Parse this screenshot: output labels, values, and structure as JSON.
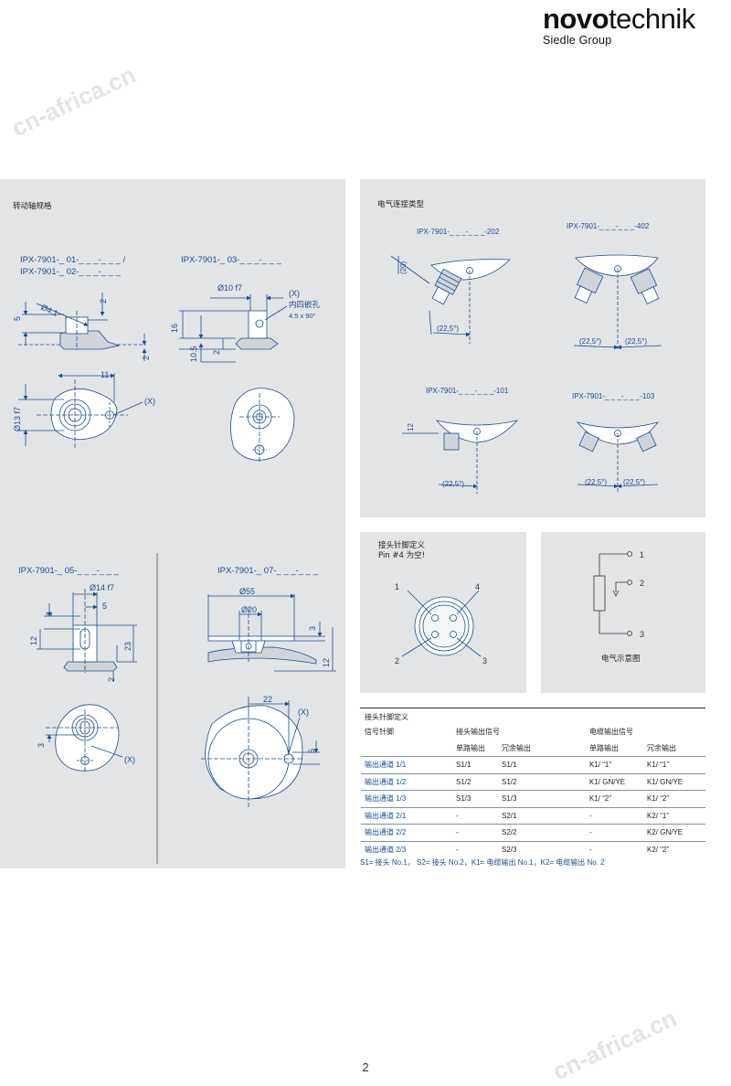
{
  "brand": {
    "bold": "novo",
    "light": "technik",
    "sub": "Siedle Group"
  },
  "watermark": "cn-africa.cn",
  "shaft": {
    "title": "转动轴规格",
    "t1a": "IPX-7901-_ 01-_ _ _-_ _ _ /",
    "t1b": "IPX-7901-_ 02-_ _ _-_ _ _",
    "t2": "IPX-7901-_ 03-_ _ _-_ _ _",
    "t3": "IPX-7901-_ 05-_ _ _-_ _ _",
    "t4": "IPX-7901-_ 07-_ _ _-_ _ _",
    "d1": {
      "dia": "Ø4.1",
      "h5": "5",
      "h2a": "2",
      "h2b": "2",
      "w11": "11",
      "d13": "Ø13 f7",
      "x": "(X)"
    },
    "d2": {
      "d10": "Ø10 f7",
      "x": "(X)",
      "hex": "内四嵌孔",
      "hexsize": "4.5 x 90°",
      "h16": "16",
      "h105": "10.5",
      "h2": "2"
    },
    "d3": {
      "d14": "Ø14 f7",
      "w5": "5",
      "h3": "3",
      "h12": "12",
      "h23": "23",
      "h2": "2",
      "h3b": "3",
      "x": "(X)"
    },
    "d4": {
      "d55": "Ø55",
      "d20": "Ø20",
      "h3": "3",
      "h12": "12",
      "w22": "22",
      "h5": "5",
      "x": "(X)"
    }
  },
  "conn": {
    "title": "电气连接类型",
    "c202": "IPX-7901-_ _ _-_ _ _-202",
    "c402": "IPX-7901-_ _ _-_ _ _-402",
    "c101": "IPX-7901-_ _ _-_ _ _-101",
    "c103": "IPX-7901-_ _ _-_ _ _-103",
    "a20": "(20)",
    "a12": "12",
    "angle": "(22,5°)"
  },
  "pin": {
    "title": "接头针脚定义",
    "sub": "Pin #4 为空!",
    "p1": "1",
    "p2": "2",
    "p3": "3",
    "p4": "4"
  },
  "schematic": {
    "label": "电气示意图",
    "t1": "1",
    "t2": "2",
    "t3": "3"
  },
  "table": {
    "title": "接头针脚定义",
    "h_pin": "信号针脚",
    "h_conn": "接头输出信号",
    "h_cable": "电缆输出信号",
    "h_single": "单路输出",
    "h_red": "冗余输出",
    "h_single2": "单路输出",
    "h_red2": "冗余输出",
    "rows": [
      [
        "输出通道 1/1",
        "S1/1",
        "S1/1",
        "K1/ “1”",
        "K1/ “1”"
      ],
      [
        "输出通道 1/2",
        "S1/2",
        "S1/2",
        "K1/ GN/YE",
        "K1/ GN/YE"
      ],
      [
        "输出通道 1/3",
        "S1/3",
        "S1/3",
        "K1/ “2”",
        "K1/ “2”"
      ],
      [
        "输出通道 2/1",
        "-",
        "S2/1",
        "-",
        "K2/ “1”"
      ],
      [
        "输出通道 2/2",
        "-",
        "S2/2",
        "-",
        "K2/ GN/YE"
      ],
      [
        "输出通道 2/3",
        "-",
        "S2/3",
        "-",
        "K2/ “2”"
      ]
    ],
    "legend": "S1= 接头 No.1， S2= 接头 No.2，K1= 电缆输出 No.1，K2= 电缆输出 No. 2"
  },
  "page_number": "2"
}
